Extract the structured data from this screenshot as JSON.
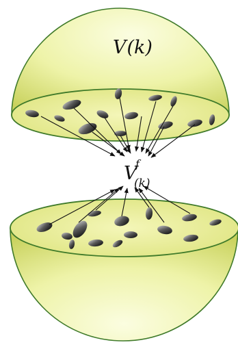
{
  "top_label": {
    "main": "V",
    "sub": "(k)"
  },
  "center_label": {
    "main": "V",
    "sup": "f",
    "sub": "(k)"
  },
  "colors": {
    "shell_light": "#fbfde0",
    "shell_mid": "#eef3a8",
    "shell_dark": "#c9d25e",
    "rim": "#3f7a2a",
    "disk": "#eef19a",
    "particle_dark": "#0a0a0a",
    "particle_light": "#bdbdbd",
    "arrow": "#111111"
  }
}
